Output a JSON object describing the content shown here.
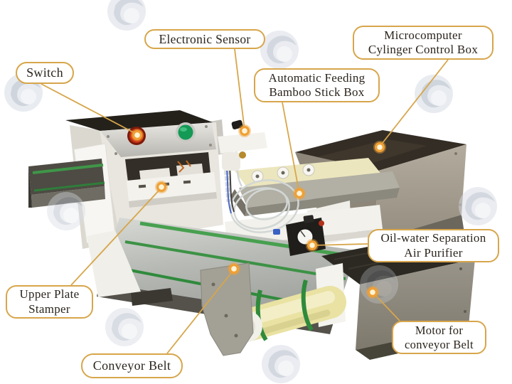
{
  "labels": [
    {
      "id": "switch",
      "text": "Switch"
    },
    {
      "id": "electronic-sensor",
      "text": "Electronic Sensor"
    },
    {
      "id": "microcomputer-control-box",
      "text": "Microcomputer\nCylinger Control Box"
    },
    {
      "id": "automatic-feeding-box",
      "text": "Automatic Feeding\nBamboo Stick Box"
    },
    {
      "id": "oil-water-separator",
      "text": "Oil-water Separation\nAir Purifier"
    },
    {
      "id": "upper-plate-stamper",
      "text": "Upper Plate\nStamper"
    },
    {
      "id": "motor-for-conveyor",
      "text": "Motor for\nconveyor Belt"
    },
    {
      "id": "conveyor-belt",
      "text": "Conveyor Belt"
    }
  ],
  "icons": {
    "marker": "callout-dot",
    "watermark": "swirl-logo-watermark"
  },
  "colors": {
    "accent_gold": "#d7a64b",
    "marker_orange": "#efa035",
    "marker_center": "#fdf4d8",
    "label_text": "#2b241d",
    "label_bg": "#ffffff",
    "belt_green": "#3f9648",
    "switch_red": "#c22f12",
    "button_green": "#149a55",
    "watermark_gray": "#a9b3c2"
  }
}
